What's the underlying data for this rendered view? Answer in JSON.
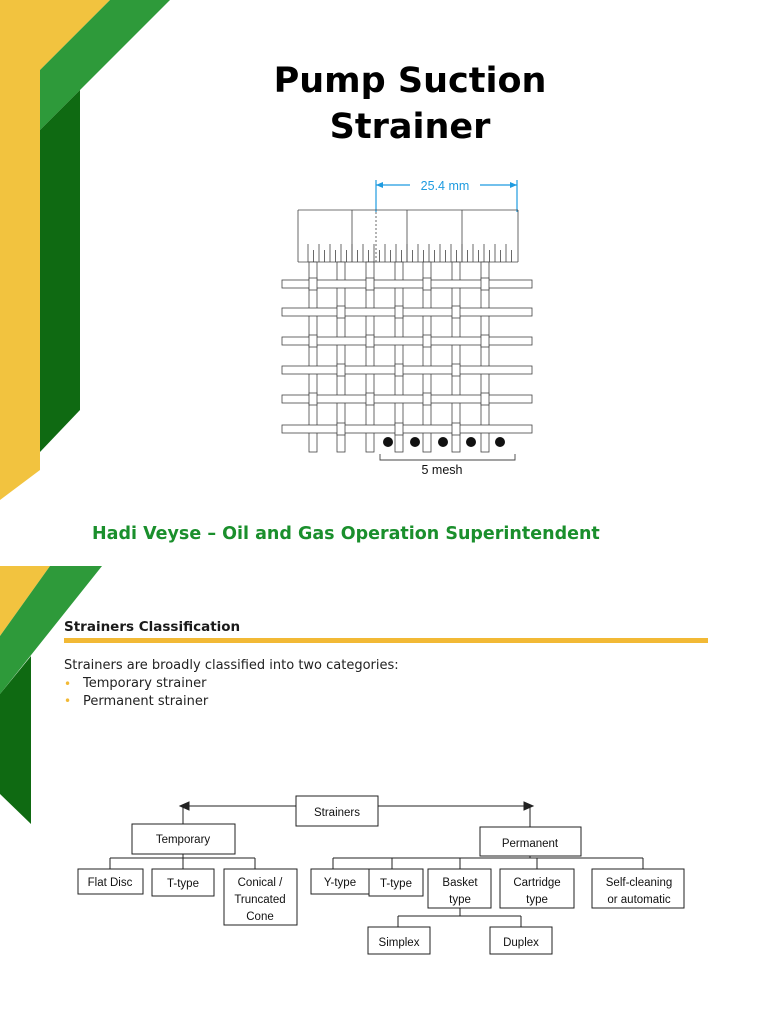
{
  "slide1": {
    "title_line1": "Pump Suction",
    "title_line2": "Strainer",
    "figure": {
      "dimension_label": "25.4 mm",
      "mesh_label": "5 mesh"
    },
    "author": "Hadi Veyse – Oil and Gas Operation Superintendent"
  },
  "slide2": {
    "heading": "Strainers Classification",
    "intro": "Strainers are broadly classified into two categories:",
    "bullets": [
      "Temporary strainer",
      "Permanent strainer"
    ],
    "tree": {
      "root": "Strainers",
      "temporary": "Temporary",
      "permanent": "Permanent",
      "flat_disc": "Flat Disc",
      "t_type_temp": "T-type",
      "conical_1": "Conical /",
      "conical_2": "Truncated",
      "conical_3": "Cone",
      "y_type": "Y-type",
      "t_type_perm": "T-type",
      "basket_1": "Basket",
      "basket_2": "type",
      "cartridge_1": "Cartridge",
      "cartridge_2": "type",
      "selfclean_1": "Self-cleaning",
      "selfclean_2": "or automatic",
      "simplex": "Simplex",
      "duplex": "Duplex"
    }
  },
  "colors": {
    "yellow": "#f2c33f",
    "green": "#2e9a3a",
    "dark_green": "#0f6a12",
    "title_green": "#1a8f2c",
    "dimension_blue": "#1e9be0",
    "heading_rule": "#f2b935"
  }
}
